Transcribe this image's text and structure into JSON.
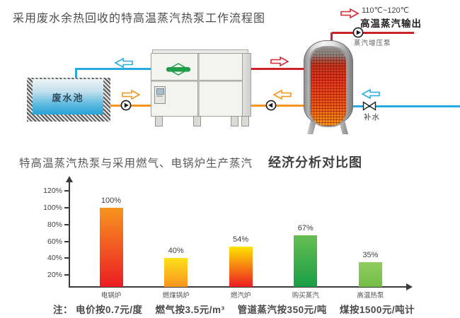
{
  "diagram": {
    "title": "采用废水余热回收的特高温蒸汽热泵工作流程图",
    "labels": {
      "temp_range": "110℃~120℃",
      "steam_output": "高温蒸汽输出",
      "booster_pump": "蒸汽增压泵",
      "makeup_water": "补水",
      "wastewater_pool": "废水池"
    },
    "colors": {
      "hot_pipe": "#ce2127",
      "warm_pipe": "#f7941e",
      "cold_pipe": "#29abe2"
    }
  },
  "chart": {
    "title_regular": "特高温蒸汽热泵与采用燃气、电锅炉生产蒸汽",
    "title_bold": "经济分析对比图",
    "note": {
      "prefix": "注：",
      "items": [
        "电价按0.7元/度",
        "燃气按3.5元/m³",
        "管道蒸汽按350元/吨",
        "煤按1500元/吨计"
      ]
    }
  },
  "chart_data": {
    "type": "bar",
    "title": "特高温蒸汽热泵与采用燃气、电锅炉生产蒸汽 经济分析对比图",
    "categories": [
      "电锅炉",
      "燃煤锅炉",
      "燃汽炉",
      "购买蒸汽",
      "高温热泵"
    ],
    "values": [
      100,
      40,
      54,
      67,
      35
    ],
    "value_labels": [
      "100%",
      "40%",
      "54%",
      "67%",
      "35%"
    ],
    "bar_gradients": [
      [
        "#f7941e",
        "#ec1c24"
      ],
      [
        "#ffe11a",
        "#f7941e"
      ],
      [
        "#ffe400",
        "#ec1c24"
      ],
      [
        "#66be52",
        "#199e46"
      ],
      [
        "#8fcc60",
        "#74be45"
      ]
    ],
    "yticks": [
      20,
      40,
      60,
      80,
      100,
      120
    ],
    "ytick_labels": [
      "20%",
      "40%",
      "60%",
      "80%",
      "100%",
      "120%"
    ],
    "xlabel": "",
    "ylabel": "",
    "ylim": [
      0,
      130
    ],
    "grid": false,
    "legend": false
  }
}
